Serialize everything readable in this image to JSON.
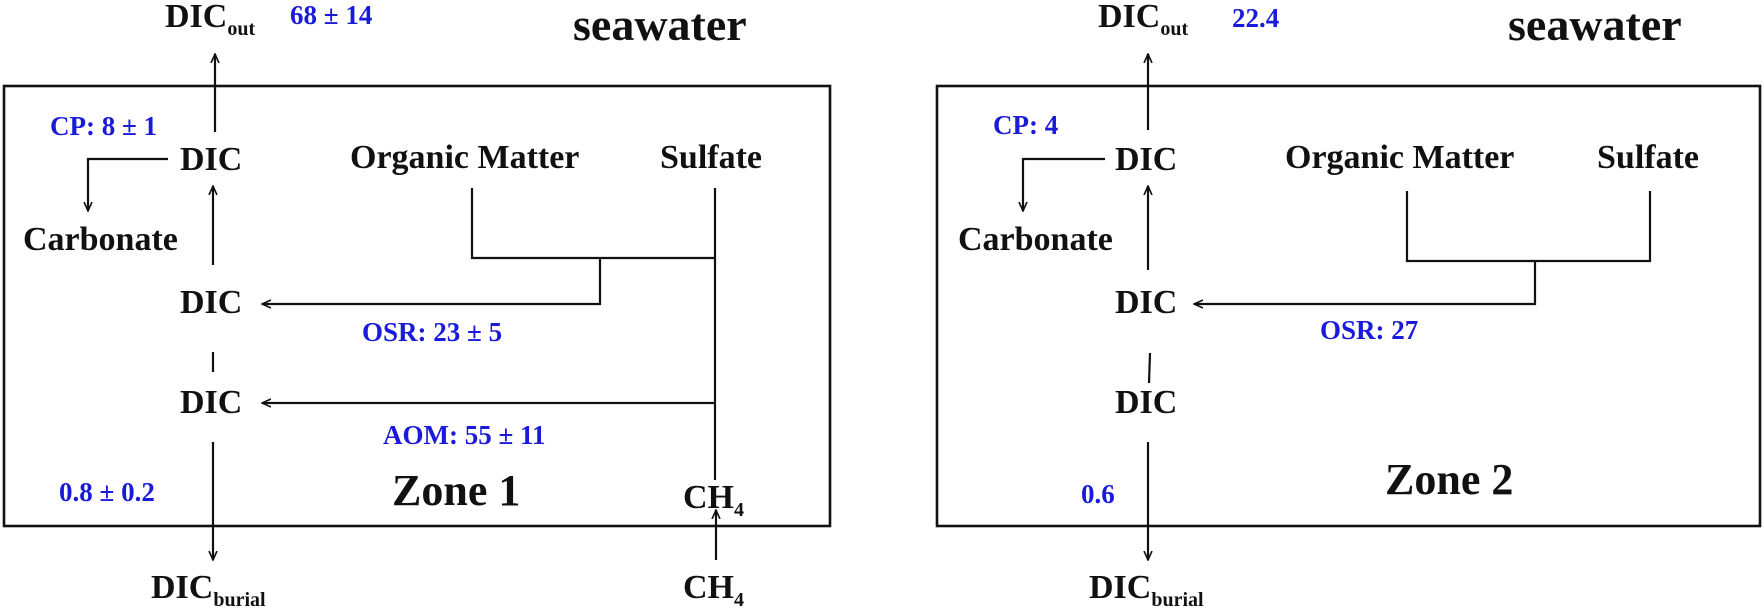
{
  "colors": {
    "text": "#111111",
    "value": "#1a1adb",
    "line": "#111111"
  },
  "panels": [
    {
      "seawater_label": "seawater",
      "zone_label": "Zone 1",
      "dic_out": {
        "main": "DIC",
        "sub": "out",
        "value": "68 ± 14"
      },
      "dic_burial": {
        "main": "DIC",
        "sub": "burial",
        "value": "0.8 ± 0.2"
      },
      "dic_nodes": [
        "DIC",
        "DIC",
        "DIC"
      ],
      "carbonate_label": "Carbonate",
      "organic_matter_label": "Organic Matter",
      "sulfate_label": "Sulfate",
      "cp_value": "CP:  8 ± 1",
      "osr_value": "OSR: 23 ± 5",
      "aom_value": "AOM: 55 ± 11",
      "ch4_inner": {
        "main": "CH",
        "sub": "4"
      },
      "ch4_outer": {
        "main": "CH",
        "sub": "4"
      }
    },
    {
      "seawater_label": "seawater",
      "zone_label": "Zone 2",
      "dic_out": {
        "main": "DIC",
        "sub": "out",
        "value": "22.4"
      },
      "dic_burial": {
        "main": "DIC",
        "sub": "burial",
        "value": "0.6"
      },
      "dic_nodes": [
        "DIC",
        "DIC",
        "DIC"
      ],
      "carbonate_label": "Carbonate",
      "organic_matter_label": "Organic Matter",
      "sulfate_label": "Sulfate",
      "cp_value": "CP:  4",
      "osr_value": "OSR:  27"
    }
  ]
}
